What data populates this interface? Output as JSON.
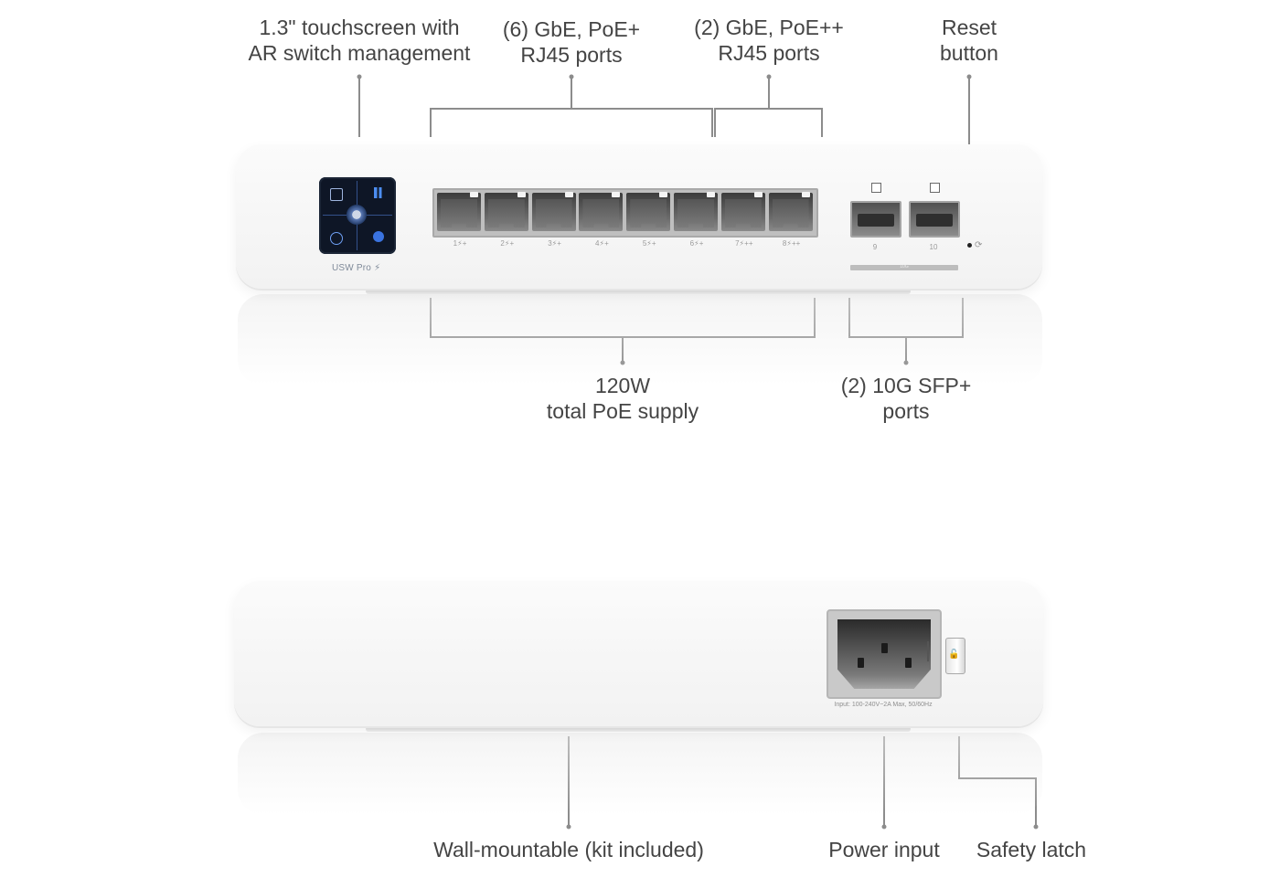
{
  "callouts": {
    "touchscreen": [
      "1.3\" touchscreen with",
      "AR switch management"
    ],
    "poe_plus": [
      "(6) GbE, PoE+",
      "RJ45 ports"
    ],
    "poe_plus_plus": [
      "(2) GbE, PoE++",
      "RJ45 ports"
    ],
    "reset": [
      "Reset",
      "button"
    ],
    "poe_supply": [
      "120W",
      "total PoE supply"
    ],
    "sfp": [
      "(2) 10G SFP+",
      "ports"
    ],
    "wall_mount": "Wall-mountable (kit included)",
    "power_input": "Power input",
    "safety_latch": "Safety latch"
  },
  "front_panel": {
    "model_label": "USW Pro",
    "model_icon": "lightning-bolt-icon",
    "rj45_ports": [
      "1",
      "2",
      "3",
      "4",
      "5",
      "6",
      "7",
      "8"
    ],
    "rj45_poe_marks": [
      "+",
      "+",
      "+",
      "+",
      "+",
      "+",
      "++",
      "++"
    ],
    "sfp_ports": [
      "9",
      "10"
    ],
    "sfp_speed_label": "10G",
    "reset_icon": "reset-icon"
  },
  "rear_panel": {
    "power_rating": "Input: 100-240V~2A Max, 50/60Hz",
    "latch_icon": "lock-icon"
  },
  "colors": {
    "device_body": "#f5f5f5",
    "screen": "#0e1626",
    "leader_line": "#8c8c8c",
    "text": "#444444",
    "accent_blue": "#3a73e0"
  }
}
